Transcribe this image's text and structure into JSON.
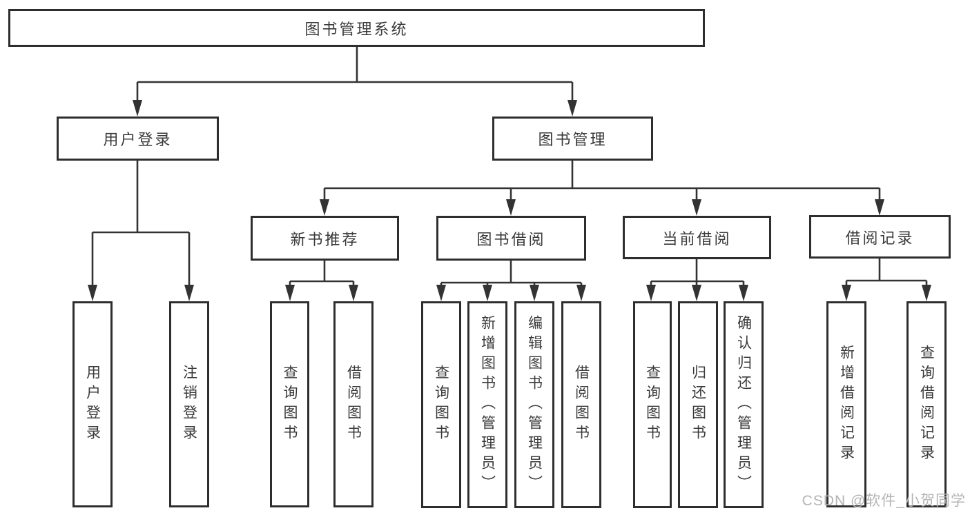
{
  "colors": {
    "line": "#333333",
    "box_border": "#2e2e2e",
    "text": "#3a3a3a",
    "background": "#ffffff",
    "watermark_text_color": "#b4b4b4"
  },
  "watermark": "CSDN @软件_小贺同学",
  "tree": {
    "root": {
      "label": "图书管理系统",
      "children": [
        {
          "label": "用户登录",
          "children": [
            {
              "label": "用户登录"
            },
            {
              "label": "注销登录"
            }
          ]
        },
        {
          "label": "图书管理",
          "children": [
            {
              "label": "新书推荐",
              "children": [
                {
                  "label": "查询图书"
                },
                {
                  "label": "借阅图书"
                }
              ]
            },
            {
              "label": "图书借阅",
              "children": [
                {
                  "label": "查询图书"
                },
                {
                  "label": "新增图书（管理员）"
                },
                {
                  "label": "编辑图书（管理员）"
                },
                {
                  "label": "借阅图书"
                }
              ]
            },
            {
              "label": "当前借阅",
              "children": [
                {
                  "label": "查询图书"
                },
                {
                  "label": "归还图书"
                },
                {
                  "label": "确认归还（管理员）"
                }
              ]
            },
            {
              "label": "借阅记录",
              "children": [
                {
                  "label": "新增借阅记录"
                },
                {
                  "label": "查询借阅记录"
                }
              ]
            }
          ]
        }
      ]
    }
  }
}
